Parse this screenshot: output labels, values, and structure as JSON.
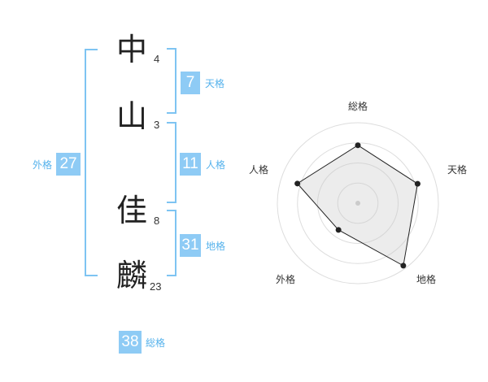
{
  "name": {
    "chars": [
      {
        "char": "中",
        "strokes": "4"
      },
      {
        "char": "山",
        "strokes": "3"
      },
      {
        "char": "佳",
        "strokes": "8"
      },
      {
        "char": "麟",
        "strokes": "23"
      }
    ]
  },
  "kaku": {
    "tenkaku": {
      "value": "7",
      "label": "天格"
    },
    "jinkaku": {
      "value": "11",
      "label": "人格"
    },
    "chikaku": {
      "value": "31",
      "label": "地格"
    },
    "gaikaku": {
      "value": "27",
      "label": "外格"
    },
    "soukaku": {
      "value": "38",
      "label": "総格"
    }
  },
  "colors": {
    "accent": "#8ecbf5",
    "bracket": "#7ec4f2",
    "label": "#55b2ec"
  },
  "chart_data": {
    "type": "radar",
    "axes": [
      "総格",
      "天格",
      "地格",
      "外格",
      "人格"
    ],
    "values": [
      0.72,
      0.78,
      0.96,
      0.41,
      0.79
    ],
    "range": [
      0,
      1
    ],
    "grid_rings": 4
  }
}
